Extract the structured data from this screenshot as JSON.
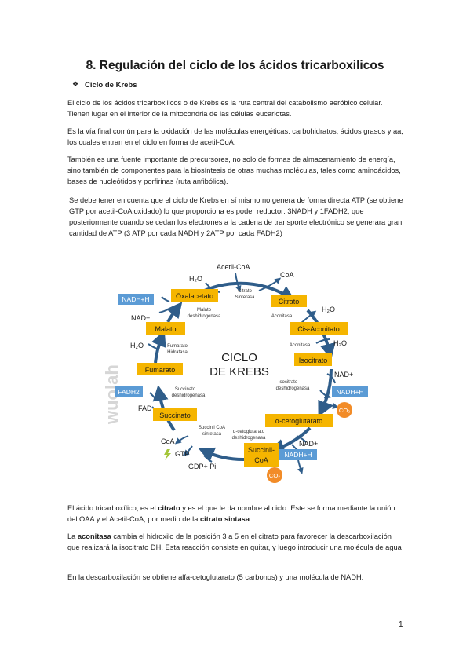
{
  "title": "8. Regulación del ciclo de los ácidos tricarboxilicos",
  "subheading": "Ciclo de Krebs",
  "bullet_glyph": "❖",
  "p1": "El ciclo de los ácidos tricarboxilicos o de Krebs es la ruta central del catabolismo aeróbico celular. Tienen lugar en el interior de la mitocondria de las células eucariotas.",
  "p2": "Es la vía final común para la oxidación de las moléculas energéticas: carbohidratos, ácidos grasos y aa, los cuales entran en el ciclo en forma de acetil-CoA.",
  "p3": "También es una fuente importante de precursores, no solo de formas de almacenamiento de energía, sino también de componentes para la biosíntesis de otras muchas moléculas, tales como aminoácidos, bases de nucleótidos y porfirinas (ruta anfibólica).",
  "p4": "Se debe tener en cuenta que el ciclo de Krebs en sí mismo no genera de forma directa ATP (se obtiene GTP por acetil-CoA oxidado) lo que proporciona es poder reductor: 3NADH y 1FADH2, que posteriormente cuando se cedan los electrones a la cadena de transporte electrónico se generara gran cantidad de ATP (3 ATP por cada NADH y 2ATP por cada FADH2)",
  "p5": {
    "a": "El ácido tricarboxílico, es el ",
    "b": "citrato",
    "c": " y es el que le da nombre al ciclo. Este se forma mediante la unión del OAA y el Acetil-CoA, por medio de la ",
    "d": "citrato sintasa",
    "e": "."
  },
  "p6": {
    "a": "La ",
    "b": "aconitasa",
    "c": " cambia el hidroxilo de la posición 3 a 5 en el citrato para favorecer la descarboxilación que realizará la isocitrato DH. Esta reacción consiste en quitar, y luego introducir una molécula de agua"
  },
  "p7": "En la descarboxilación se obtiene alfa-cetoglutarato (5 carbonos) y una molécula de NADH.",
  "page_number": "1",
  "diagram": {
    "center_line1": "CICLO",
    "center_line2": "DE KREBS",
    "colors": {
      "metabolite": "#f5b500",
      "cofactor": "#5b9bd5",
      "co2": "#f28c28",
      "arrow": "#2f5d8a",
      "watermark": "#c8c8c8"
    },
    "metabolites": {
      "oxalacetato": "Oxalacetato",
      "citrato": "Citrato",
      "cis_aconitato": "Cis-Aconitato",
      "isocitrato": "Isocitrato",
      "cetoglutarato": "α-cetoglutarato",
      "succinil_1": "Succinil-",
      "succinil_2": "CoA",
      "succinato": "Succinato",
      "fumarato": "Fumarato",
      "malato": "Malato"
    },
    "enzymes": {
      "citrato_sintasa_1": "Citrato",
      "citrato_sintasa_2": "Sintetasa",
      "aconitasa_1": "Aconitasa",
      "aconitasa_2": "Aconitasa",
      "isocitrato_dh_1": "Isocitrato",
      "isocitrato_dh_2": "deshidrogenasa",
      "cetoglutarato_dh_1": "α-cetoglutarato",
      "cetoglutarato_dh_2": "deshidrogenasa",
      "succinil_sintetasa_1": "Succinil CoA",
      "succinil_sintetasa_2": "sintetasa",
      "succinato_dh_1": "Succinato",
      "succinato_dh_2": "deshidrogenasa",
      "fumarato_hid_1": "Fumarato",
      "fumarato_hid_2": "Hidratasa",
      "malato_dh_1": "Malato",
      "malato_dh_2": "deshidrogenasa"
    },
    "cofactors": {
      "acetil_coa": "Acetil-CoA",
      "h2o_top": "H₂O",
      "coa_top": "CoA",
      "nadh_left": "NADH+H",
      "nad_left": "NAD+",
      "h2o_right1": "H₂O",
      "h2o_right2": "H₂O",
      "h2o_left": "H₂O",
      "nad_right1": "NAD+",
      "nadh_right1": "NADH+H",
      "co2_1": "CO₂",
      "fadh2": "FADH2",
      "fad": "FAD",
      "nad_right2": "NAD+",
      "nadh_right2": "NADH+H",
      "co2_2": "CO₂",
      "coa_bottom": "CoA",
      "gtp": "GTP",
      "gdp": "GDP+ Pi"
    },
    "watermark": "wuolah"
  }
}
